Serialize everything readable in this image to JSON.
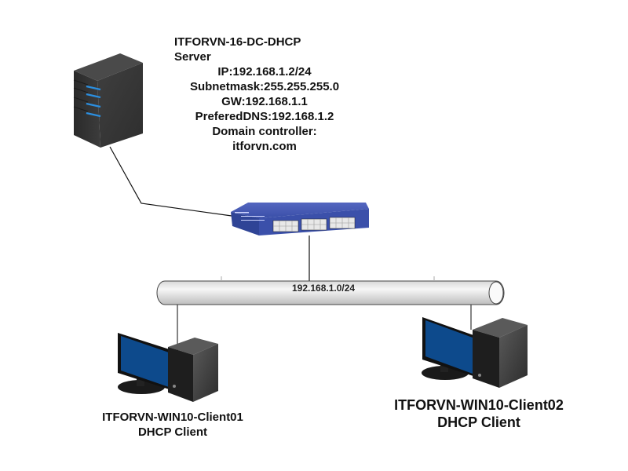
{
  "server": {
    "name_line1": "ITFORVN-16-DC-DHCP",
    "name_line2": "Server",
    "ip": "IP:192.168.1.2/24",
    "subnet": "Subnetmask:255.255.255.0",
    "gateway": "GW:192.168.1.1",
    "dns": "PreferedDNS:192.168.1.2",
    "role_line1": "Domain controller:",
    "role_line2": "itforvn.com",
    "icon": "server-tower-icon"
  },
  "switch": {
    "icon": "network-switch-icon",
    "color": "#3a4fa8"
  },
  "network": {
    "label": "192.168.1.0/24",
    "icon": "network-bus-pipe"
  },
  "clients": [
    {
      "name": "ITFORVN-WIN10-Client01",
      "role": "DHCP Client",
      "icon": "desktop-pc-icon"
    },
    {
      "name": "ITFORVN-WIN10-Client02",
      "role": "DHCP Client",
      "icon": "desktop-pc-icon"
    }
  ],
  "colors": {
    "screen_blue": "#0d4a8c",
    "led_blue": "#2b8fe0",
    "case_dark": "#333333"
  }
}
